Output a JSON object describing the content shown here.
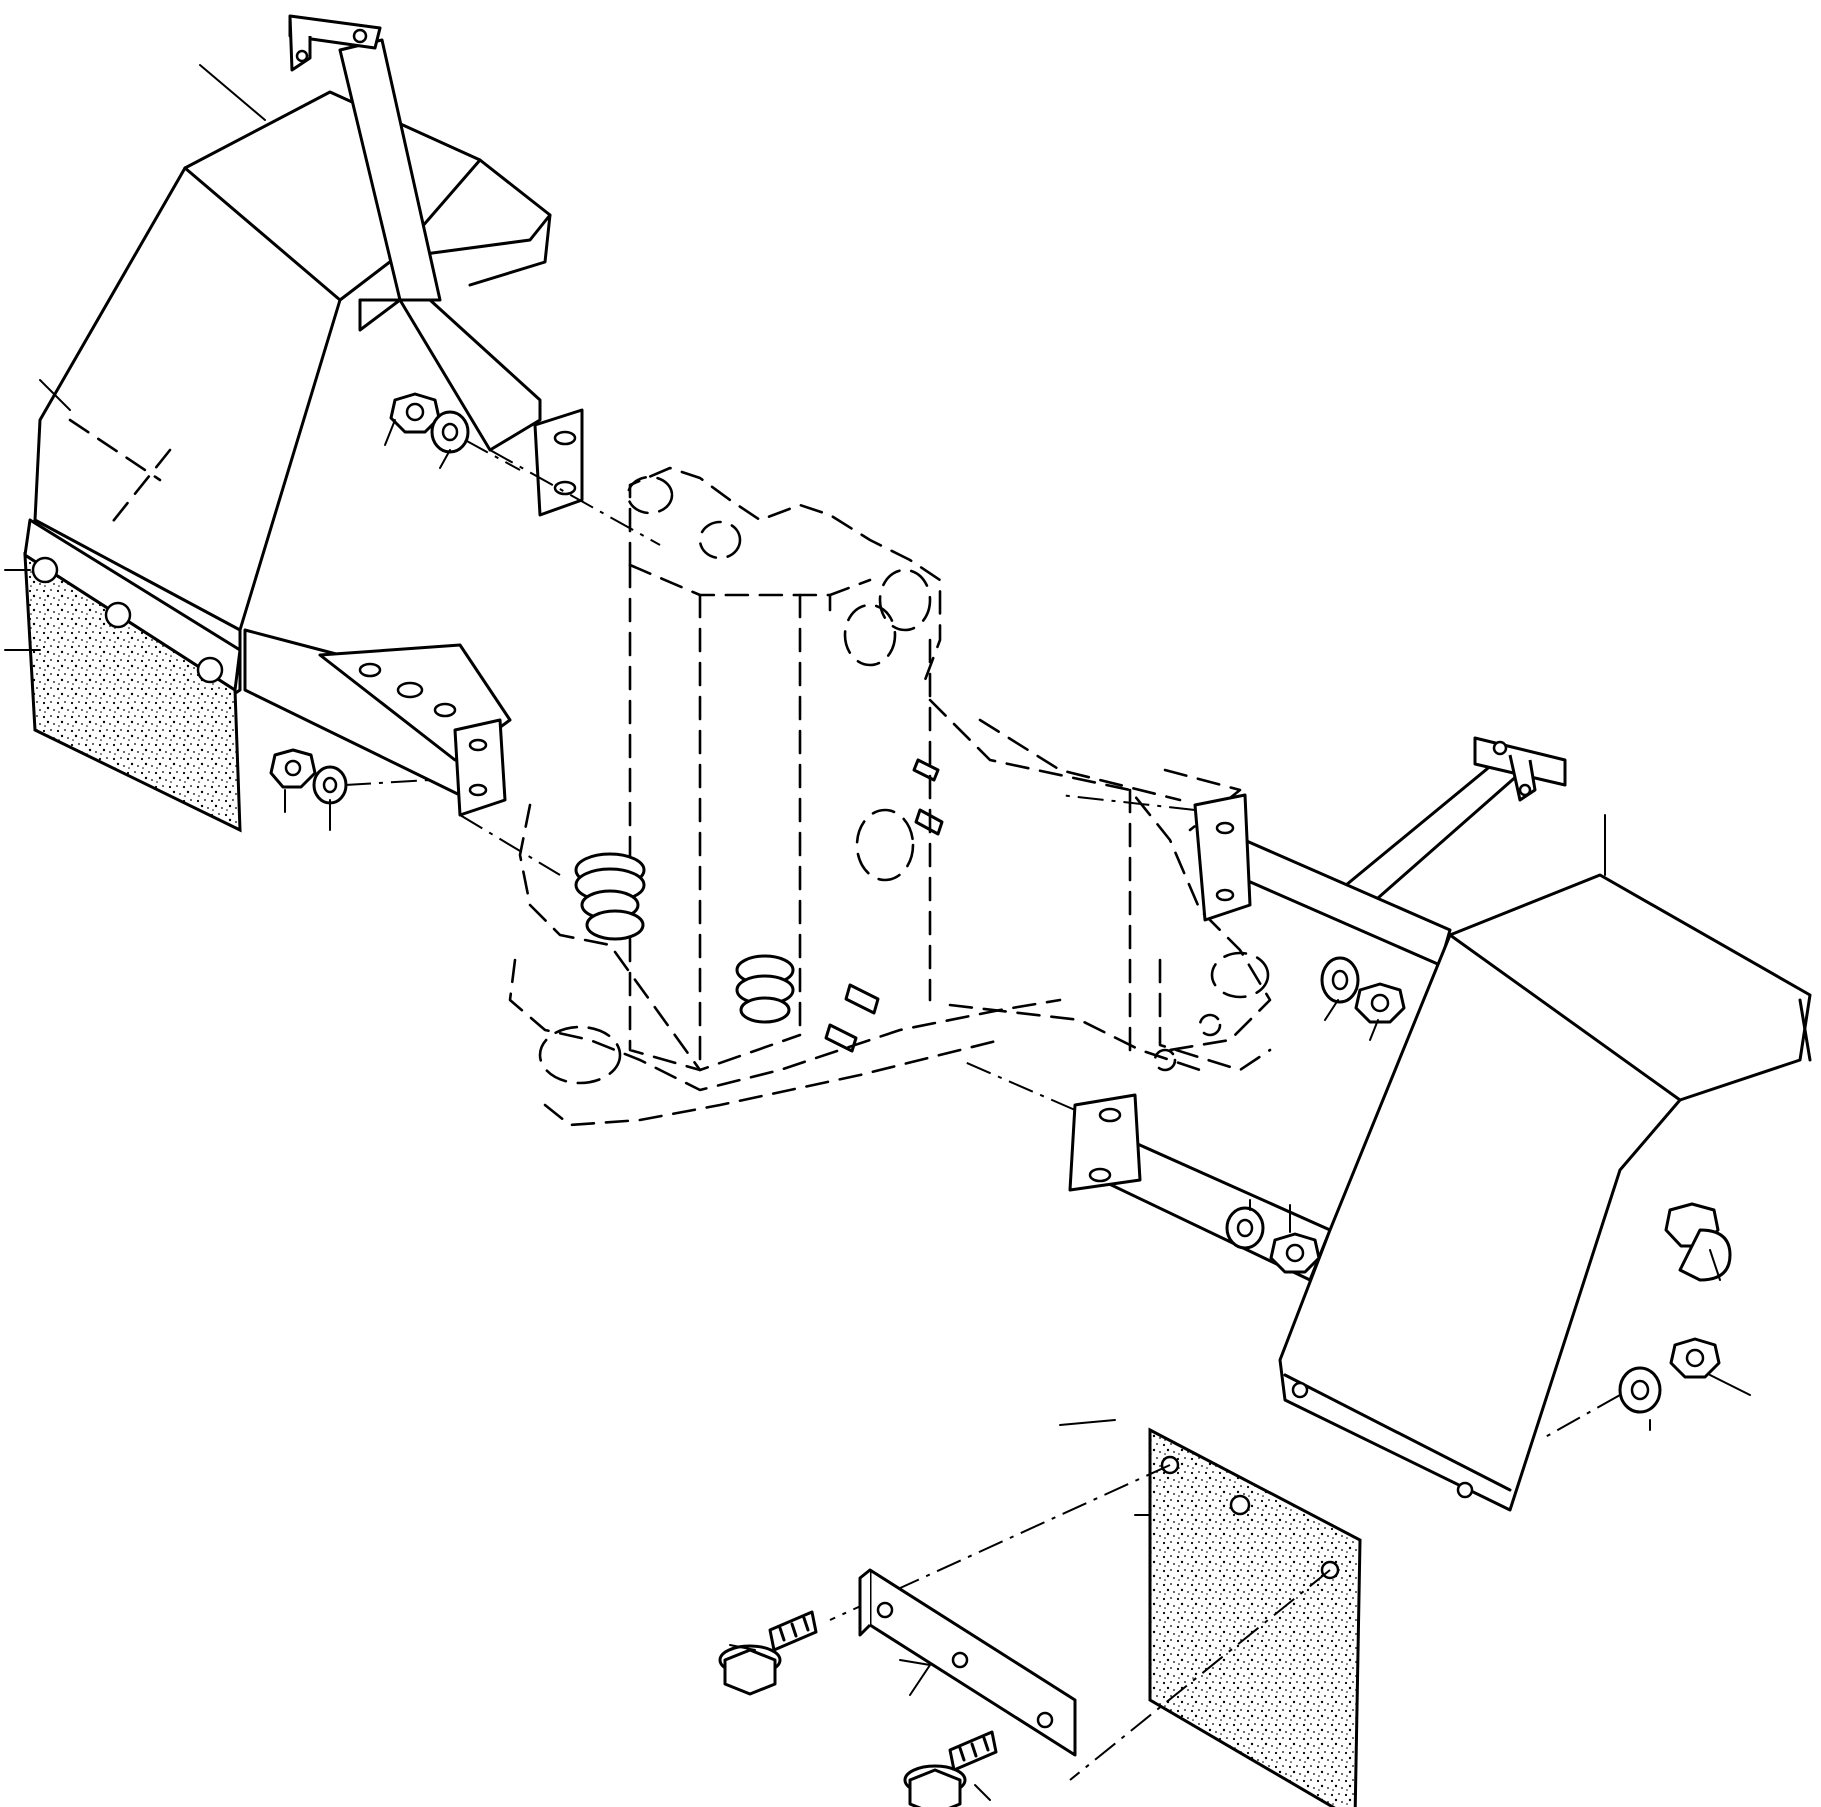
{
  "figure": {
    "kind": "exploded parts diagram",
    "parts": [
      "left-fender",
      "left-fender-bracket-upper",
      "left-fender-bracket-lower",
      "left-mud-flap",
      "right-fender",
      "right-fender-bracket-upper",
      "right-fender-bracket-lower",
      "right-mud-flap",
      "clamp-plate",
      "flange-bolt",
      "hex-nut",
      "washer",
      "cap-nut",
      "frame-phantom"
    ]
  },
  "colors": {
    "line": "#000000",
    "background": "#ffffff"
  }
}
